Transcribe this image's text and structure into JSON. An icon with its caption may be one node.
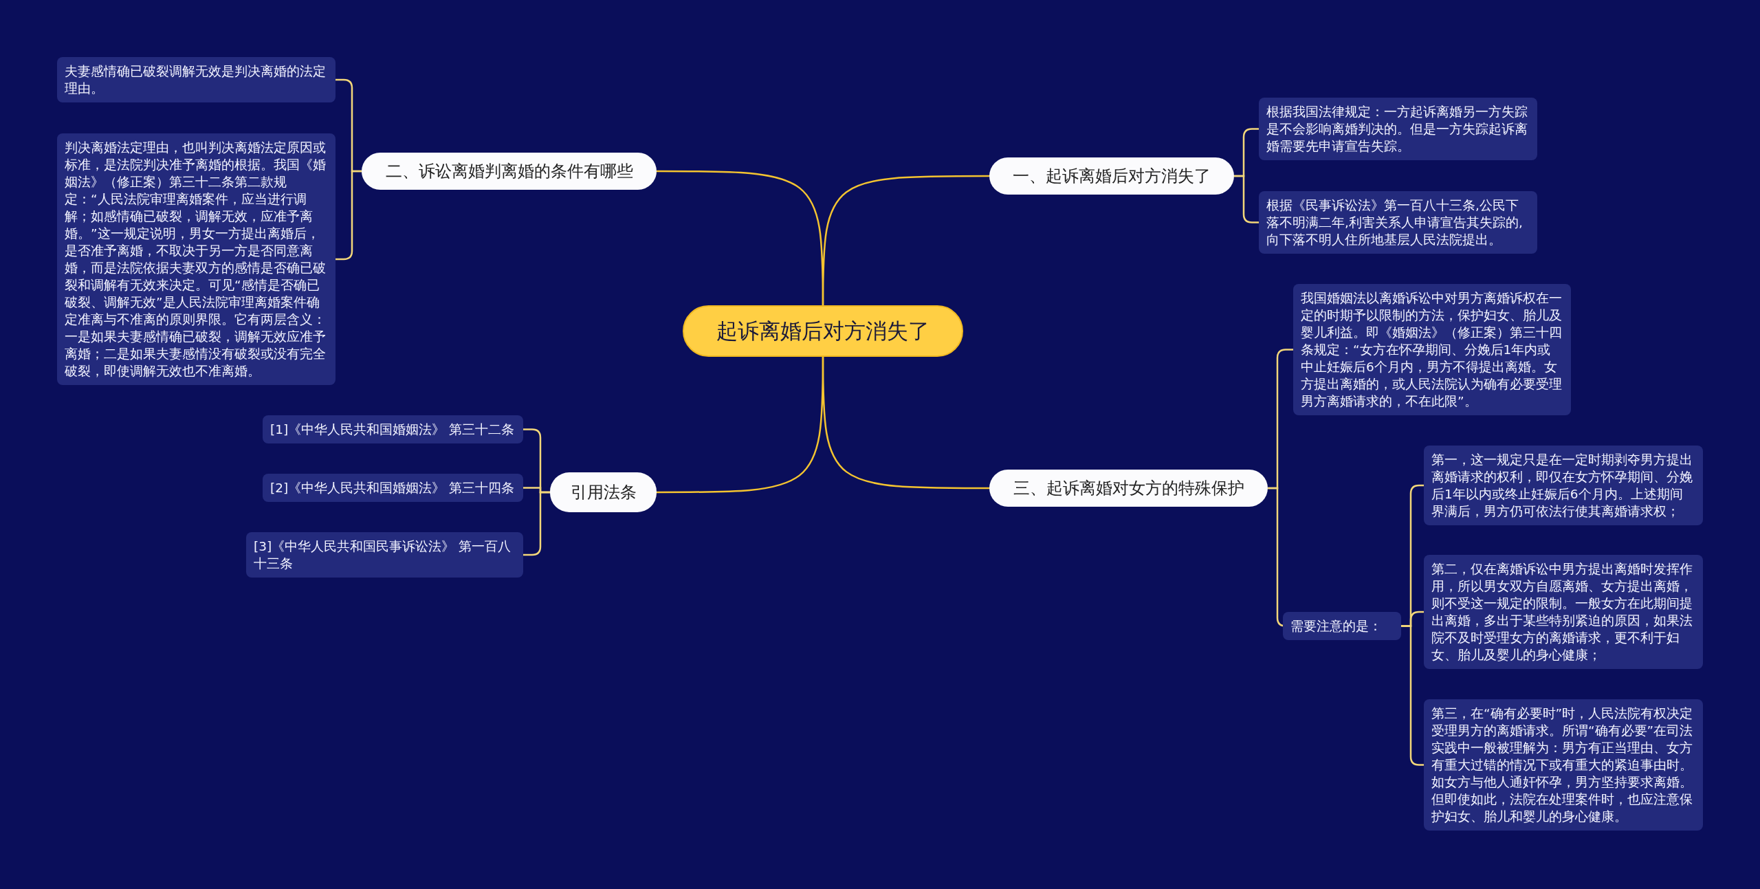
{
  "diagram": {
    "nodes": [
      {
        "text": [
          "起诉离婚后对方消失了"
        ]
      },
      {
        "text": [
          "一、起诉离婚后对方消失了"
        ]
      },
      {
        "text": [
          "根据我国法律规定：一方起诉离婚另一方失踪是不会影响离婚判决的。但是一方失踪起诉离婚需要先申请宣告失踪。"
        ]
      },
      {
        "text": [
          "根据《民事诉讼法》第一百八十三条,公民下落不明满二年,利害关系人申请宣告其失踪的,向下落不明人住所地基层人民法院提出。"
        ]
      },
      {
        "text": [
          "二、诉讼离婚判离婚的条件有哪些"
        ]
      },
      {
        "text": [
          "夫妻感情确已破裂调解无效是判决离婚的法定理由。"
        ]
      },
      {
        "text": [
          "判决离婚法定理由，也叫判决离婚法定原因或标准，是法院判决准予离婚的根据。我国《婚姻法》（修正案）第三十二条第二款规定：“人民法院审理离婚案件，应当进行调解；如感情确已破裂，调解无效，应准予离婚。”这一规定说明，男女一方提出离婚后，是否准予离婚，不取决于另一方是否同意离婚，而是法院依据夫妻双方的感情是否确已破裂和调解有无效来决定。可见“感情是否确已破裂、调解无效”是人民法院审理离婚案件确定准离与不准离的原则界限。它有两层含义：一是如果夫妻感情确已破裂，调解无效应准予离婚；二是如果夫妻感情没有破裂或没有完全破裂，即使调解无效也不准离婚。"
        ]
      },
      {
        "text": [
          "三、起诉离婚对女方的特殊保护"
        ]
      },
      {
        "text": [
          "我国婚姻法以离婚诉讼中对男方离婚诉权在一定的时期予以限制的方法，保护妇女、胎儿及婴儿利益。即《婚姻法》（修正案）第三十四条规定：“女方在怀孕期间、分娩后1年内或中止妊娠后6个月内，男方不得提出离婚。女方提出离婚的，或人民法院认为确有必要受理男方离婚请求的，不在此限”。"
        ]
      },
      {
        "text": [
          "需要注意的是："
        ]
      },
      {
        "text": [
          "第一，这一规定只是在一定时期剥夺男方提出离婚请求的权利，即仅在女方怀孕期间、分娩后1年以内或终止妊娠后6个月内。上述期间界满后，男方仍可依法行使其离婚请求权；"
        ]
      },
      {
        "text": [
          "第二，仅在离婚诉讼中男方提出离婚时发挥作用，所以男女双方自愿离婚、女方提出离婚，则不受这一规定的限制。一般女方在此期间提出离婚，多出于某些特别紧迫的原因，如果法院不及时受理女方的离婚请求，更不利于妇女、胎儿及婴儿的身心健康；"
        ]
      },
      {
        "text": [
          "第三，在“确有必要时”时，人民法院有权决定受理男方的离婚请求。所谓“确有必要”在司法实践中一般被理解为：男方有正当理由、女方有重大过错的情况下或有重大的紧迫事由时。如女方与他人通奸怀孕，男方坚持要求离婚。但即使如此，法院在处理案件时，也应注意保护妇女、胎儿和婴儿的身心健康。"
        ]
      },
      {
        "text": [
          "引用法条"
        ]
      },
      {
        "text": [
          "[1]《中华人民共和国婚姻法》 第三十二条"
        ]
      },
      {
        "text": [
          "[2]《中华人民共和国婚姻法》 第三十四条"
        ]
      },
      {
        "text": [
          "[3]《中华人民共和国民事诉讼法》 第一百八十三条"
        ]
      }
    ],
    "edges": [
      {
        "from": 0,
        "to": 1,
        "arrow": "none"
      },
      {
        "from": 1,
        "to": 2,
        "arrow": "none"
      },
      {
        "from": 1,
        "to": 3,
        "arrow": "none"
      },
      {
        "from": 0,
        "to": 4,
        "arrow": "none"
      },
      {
        "from": 4,
        "to": 5,
        "arrow": "none"
      },
      {
        "from": 4,
        "to": 6,
        "arrow": "none"
      },
      {
        "from": 0,
        "to": 7,
        "arrow": "none"
      },
      {
        "from": 7,
        "to": 8,
        "arrow": "none"
      },
      {
        "from": 7,
        "to": 9,
        "arrow": "none"
      },
      {
        "from": 9,
        "to": 10,
        "arrow": "none"
      },
      {
        "from": 9,
        "to": 11,
        "arrow": "none"
      },
      {
        "from": 9,
        "to": 12,
        "arrow": "none"
      },
      {
        "from": 0,
        "to": 13,
        "arrow": "none"
      },
      {
        "from": 13,
        "to": 14,
        "arrow": "none"
      },
      {
        "from": 13,
        "to": 15,
        "arrow": "none"
      },
      {
        "from": 13,
        "to": 16,
        "arrow": "none"
      }
    ]
  }
}
